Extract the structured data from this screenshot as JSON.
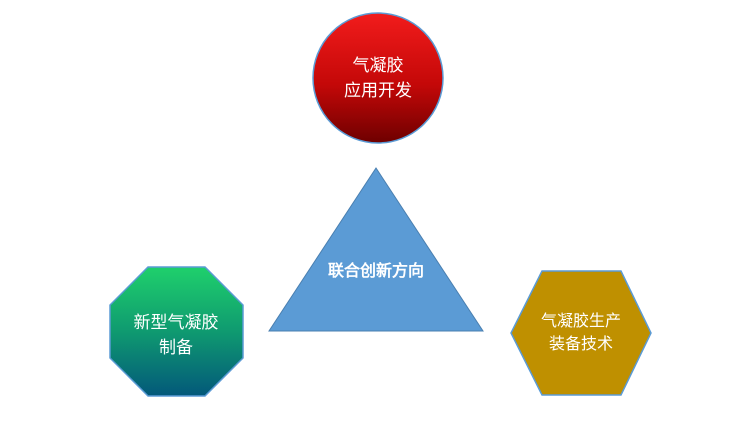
{
  "diagram": {
    "center": {
      "label": "联合创新方向",
      "color": "#5b9bd5"
    },
    "top": {
      "line1": "气凝胶",
      "line2": "应用开发",
      "color_light": "#f01a1a",
      "color_dark": "#7a0000"
    },
    "left": {
      "line1": "新型气凝胶",
      "line2": "制备",
      "color_light": "#1ec76a",
      "color_dark": "#04607a"
    },
    "right": {
      "line1": "气凝胶生产",
      "line2": "装备技术",
      "color": "#bf9000"
    }
  }
}
